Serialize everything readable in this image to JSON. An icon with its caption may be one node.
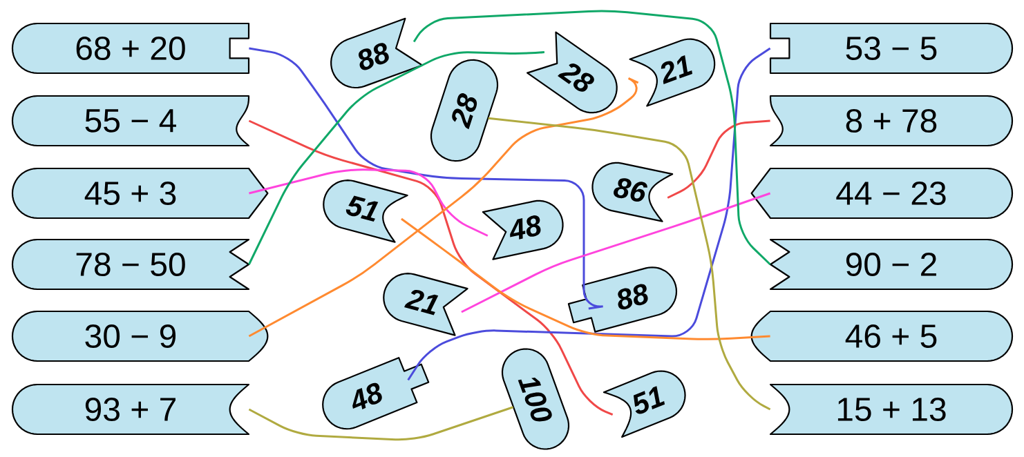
{
  "diagram": {
    "nodes": [
      {
        "text": [
          "68 + 20"
        ]
      },
      {
        "text": [
          "55 − 4"
        ]
      },
      {
        "text": [
          "45 + 3"
        ]
      },
      {
        "text": [
          "78 − 50"
        ]
      },
      {
        "text": [
          "30 − 9"
        ]
      },
      {
        "text": [
          "93 + 7"
        ]
      },
      {
        "text": [
          "88"
        ]
      },
      {
        "text": [
          "28"
        ]
      },
      {
        "text": [
          "21"
        ]
      },
      {
        "text": [
          "28"
        ]
      },
      {
        "text": [
          "86"
        ]
      },
      {
        "text": [
          "51"
        ]
      },
      {
        "text": [
          "48"
        ]
      },
      {
        "text": [
          "21"
        ]
      },
      {
        "text": [
          "88"
        ]
      },
      {
        "text": [
          "48"
        ]
      },
      {
        "text": [
          "100"
        ]
      },
      {
        "text": [
          "51"
        ]
      },
      {
        "text": [
          "53 − 5"
        ]
      },
      {
        "text": [
          "8 + 78"
        ]
      },
      {
        "text": [
          "44 − 23"
        ]
      },
      {
        "text": [
          "90 − 2"
        ]
      },
      {
        "text": [
          "46 + 5"
        ]
      },
      {
        "text": [
          "15 + 13"
        ]
      }
    ],
    "edges": [
      {
        "from": 0,
        "to": 14,
        "arrow": "none",
        "color": "#4b4bdc"
      },
      {
        "from": 1,
        "to": 17,
        "arrow": "none",
        "color": "#f04848"
      },
      {
        "from": 2,
        "to": 12,
        "arrow": "none",
        "color": "#ff44dd"
      },
      {
        "from": 3,
        "to": 7,
        "arrow": "none",
        "color": "#10a868"
      },
      {
        "from": 4,
        "to": 8,
        "arrow": "none",
        "color": "#ff8a30"
      },
      {
        "from": 5,
        "to": 16,
        "arrow": "none",
        "color": "#b0aa40"
      },
      {
        "from": 18,
        "to": 15,
        "arrow": "none",
        "color": "#4b4bdc"
      },
      {
        "from": 19,
        "to": 10,
        "arrow": "none",
        "color": "#f04848"
      },
      {
        "from": 20,
        "to": 13,
        "arrow": "none",
        "color": "#ff44dd"
      },
      {
        "from": 21,
        "to": 6,
        "arrow": "none",
        "color": "#10a868"
      },
      {
        "from": 22,
        "to": 11,
        "arrow": "none",
        "color": "#ff8a30"
      },
      {
        "from": 23,
        "to": 9,
        "arrow": "none",
        "color": "#b0aa40"
      }
    ]
  }
}
